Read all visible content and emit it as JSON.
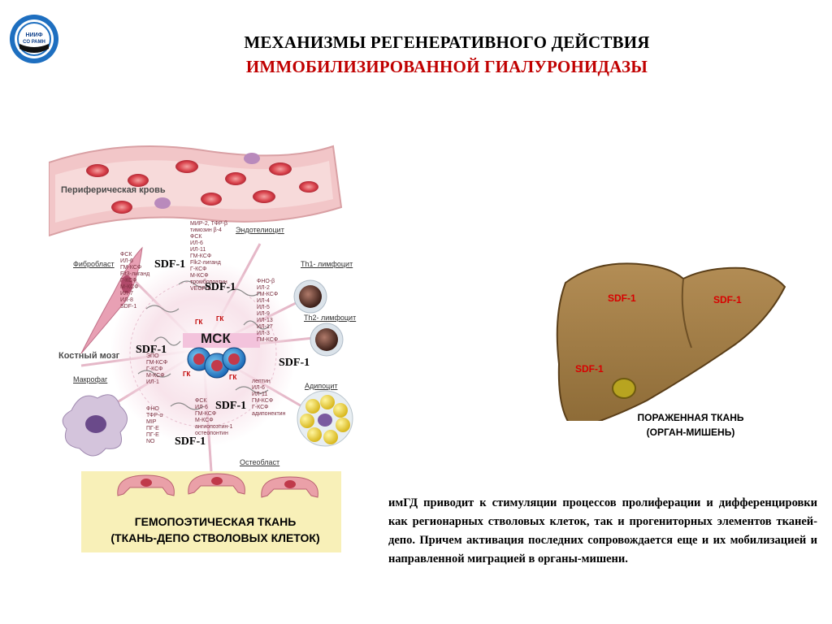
{
  "logo": {
    "line1": "НИИФ",
    "line2": "СО РАМН"
  },
  "title": {
    "line1": "МЕХАНИЗМЫ РЕГЕНЕРАТИВНОГО ДЕЙСТВИЯ",
    "line2": "ИММОБИЛИЗИРОВАННОЙ ГИАЛУРОНИДАЗЫ"
  },
  "colors": {
    "title_red": "#c00000",
    "liver": "#a8814a",
    "sdf_red": "#d80000"
  },
  "scheme": {
    "blood_label": "Периферическая кровь",
    "cells": {
      "endothelium": "Эндотелиоцит",
      "fibroblast": "Фибробласт",
      "th1": "Th1- лимфоцит",
      "th2": "Th2- лимфоцит",
      "bone_marrow": "Костный мозг",
      "macrophage": "Макрофаг",
      "adipocyte": "Адипоцит",
      "osteoblast": "Остеобласт"
    },
    "center": "МСК",
    "gk": "ГК",
    "sdf": "SDF-1",
    "cytokines": {
      "top": "МИР-2, ТФР-β\nтимозин β-4\nФСК\nИЛ-6\nИЛ-11\nГМ-КСФ\nFlk2-лиганд\nГ-КСФ\nМ-КСФ\nтромбопоэтин\nVEGF-A",
      "left": "ФСК\nИЛ-6\nГМ-КСФ\nFlt3-лиганд\nГ-КСФ\nМ-КСФ\nИЛ-7\nИЛ-8\nSDF-1",
      "right": "ФНО-β\nИЛ-2\nГМ-КСФ\nИЛ-4\nИЛ-5\nИЛ-9\nИЛ-13\nИЛ-17\nИЛ-3\nГМ-КСФ",
      "lower_left": "ЭПО\nГМ-КСФ\nГ-КСФ\nМ-КСФ\nИЛ-1",
      "macrophage": "ФНО\nТФР-α\nМIP\nПГ-Е\nПГ-Е\nNO",
      "bottom": "ФСК\nИЛ-6\nГМ-КСФ\nМ-КСФ\nангиопоэтин-1\nостеопонтин",
      "adipocyte": "лептин\nИЛ-6\nИЛ-11\nГМ-КСФ\nГ-КСФ\nадипонектин"
    }
  },
  "tissue_caption": {
    "line1": "ГЕМОПОЭТИЧЕСКАЯ ТКАНЬ",
    "line2": "(ТКАНЬ-ДЕПО СТВОЛОВЫХ КЛЕТОК)"
  },
  "liver": {
    "sdf_labels": [
      "SDF-1",
      "SDF-1",
      "SDF-1"
    ],
    "caption_line1": "ПОРАЖЕННАЯ ТКАНЬ",
    "caption_line2": "(ОРГАН-МИШЕНЬ)"
  },
  "paragraph": "имГД приводит к стимуляции процессов пролиферации и дифференцировки как регионарных стволовых клеток, так и прогениторных элементов тканей-депо. Причем активация последних сопровождается еще и их мобилизацией и направленной миграцией в органы-мишени."
}
